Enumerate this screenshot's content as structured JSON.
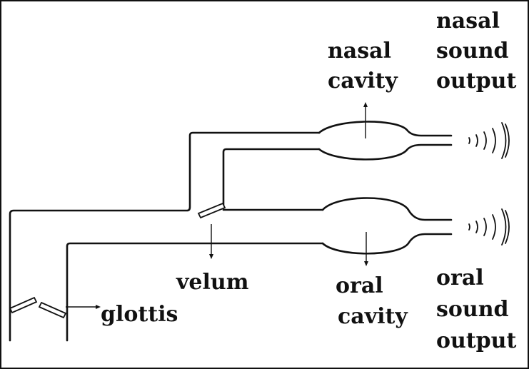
{
  "labels": {
    "nasal_cavity": [
      "nasal",
      "cavity"
    ],
    "nasal_sound_output": [
      "nasal",
      "sound",
      "output"
    ],
    "velum": "velum",
    "glottis": "glottis",
    "oral_cavity": [
      "oral",
      "cavity"
    ],
    "oral_sound_output": [
      "oral",
      "sound",
      "output"
    ]
  },
  "colors": {
    "line": "#111111",
    "background": "#ffffff"
  }
}
